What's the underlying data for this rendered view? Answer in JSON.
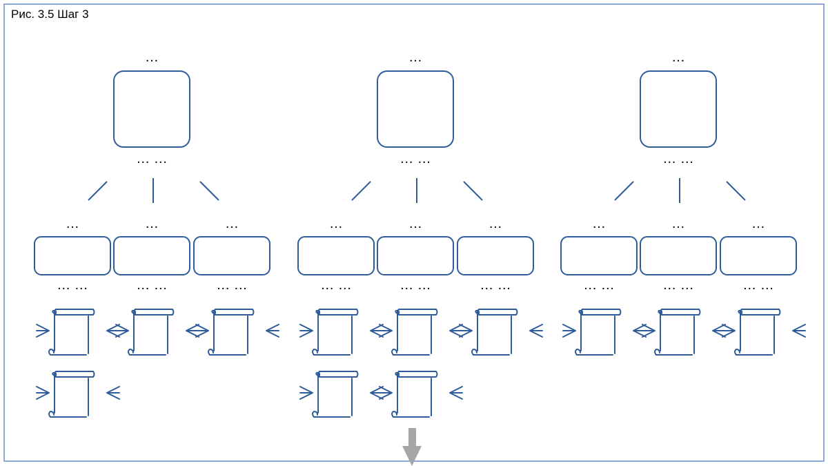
{
  "caption": "Рис. 3.5 Шаг 3",
  "colors": {
    "frame": "#8eaadb",
    "shape_stroke": "#2e5c9a",
    "arrow": "#a6a6a6"
  },
  "trees": [
    {
      "root": {
        "top_label": "…",
        "bottom_label": "… …"
      },
      "children": [
        {
          "top_label": "…",
          "bottom_label": "… …",
          "documents": 2
        },
        {
          "top_label": "…",
          "bottom_label": "… …",
          "documents": 1
        },
        {
          "top_label": "…",
          "bottom_label": "… …",
          "documents": 1
        }
      ]
    },
    {
      "root": {
        "top_label": "…",
        "bottom_label": "… …"
      },
      "children": [
        {
          "top_label": "…",
          "bottom_label": "… …",
          "documents": 2
        },
        {
          "top_label": "…",
          "bottom_label": "… …",
          "documents": 2
        },
        {
          "top_label": "…",
          "bottom_label": "… …",
          "documents": 1
        }
      ]
    },
    {
      "root": {
        "top_label": "…",
        "bottom_label": "… …"
      },
      "children": [
        {
          "top_label": "…",
          "bottom_label": "… …",
          "documents": 1
        },
        {
          "top_label": "…",
          "bottom_label": "… …",
          "documents": 1
        },
        {
          "top_label": "…",
          "bottom_label": "… …",
          "documents": 1
        }
      ]
    }
  ],
  "icons": {
    "document": "scroll-document-icon",
    "arrow": "down-arrow-icon"
  }
}
